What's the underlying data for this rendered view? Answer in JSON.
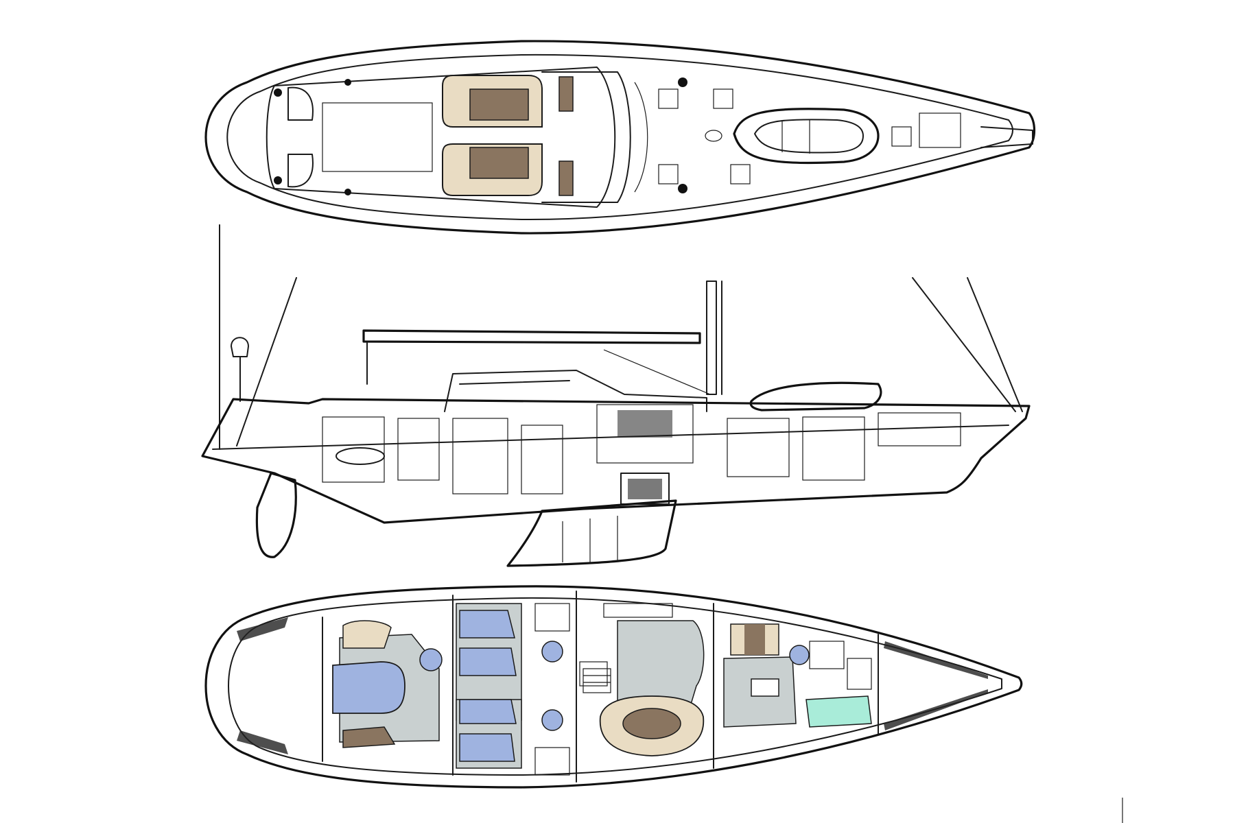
{
  "drawing": {
    "views": [
      "deck-plan",
      "profile",
      "accommodation-plan"
    ],
    "colors": {
      "line": "#1a1a1a",
      "cabin_blue": "#9fb3e0",
      "floor_gray": "#c9d0d0",
      "upholstery_tan": "#e9dcc3",
      "upholstery_brown": "#8a7560",
      "accent_aqua": "#a9ecd9"
    },
    "icons": [
      "dinghy-icon",
      "radar-dome-icon",
      "engine-icon",
      "rudder-icon",
      "keel-icon"
    ]
  }
}
